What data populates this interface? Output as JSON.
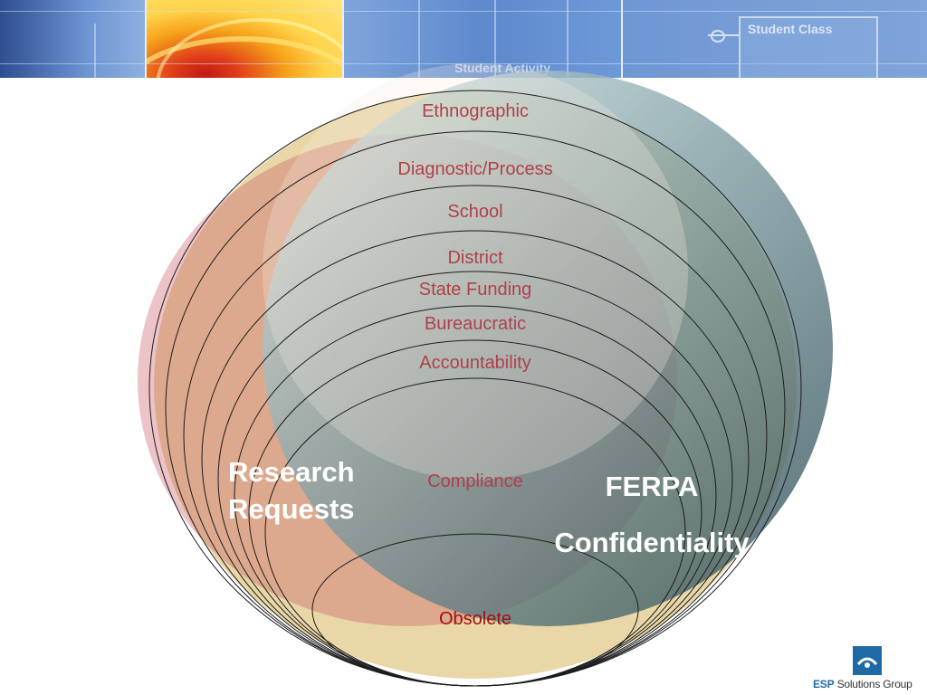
{
  "banner": {
    "labels": [
      "Student Class",
      "Student Activity"
    ]
  },
  "rings": [
    "Ethnographic",
    "Diagnostic/Process",
    "School",
    "District",
    "State Funding",
    "Bureaucratic",
    "Accountability",
    "Compliance",
    "Obsolete"
  ],
  "overlays": {
    "left": [
      "Research",
      "Requests"
    ],
    "right": [
      "FERPA",
      "Confidentiality"
    ]
  },
  "logo": {
    "brand": "ESP",
    "suffix": "Solutions Group"
  },
  "colors": {
    "ring_label": "#b0404a",
    "obsolete_label": "#a01010",
    "overlay_text": "#ffffff",
    "inner_fill": "#e6d3a0",
    "pink_circle": "#c9545e",
    "teal_circle": "#2f5a66",
    "logo_blue": "#1f6aa5"
  }
}
